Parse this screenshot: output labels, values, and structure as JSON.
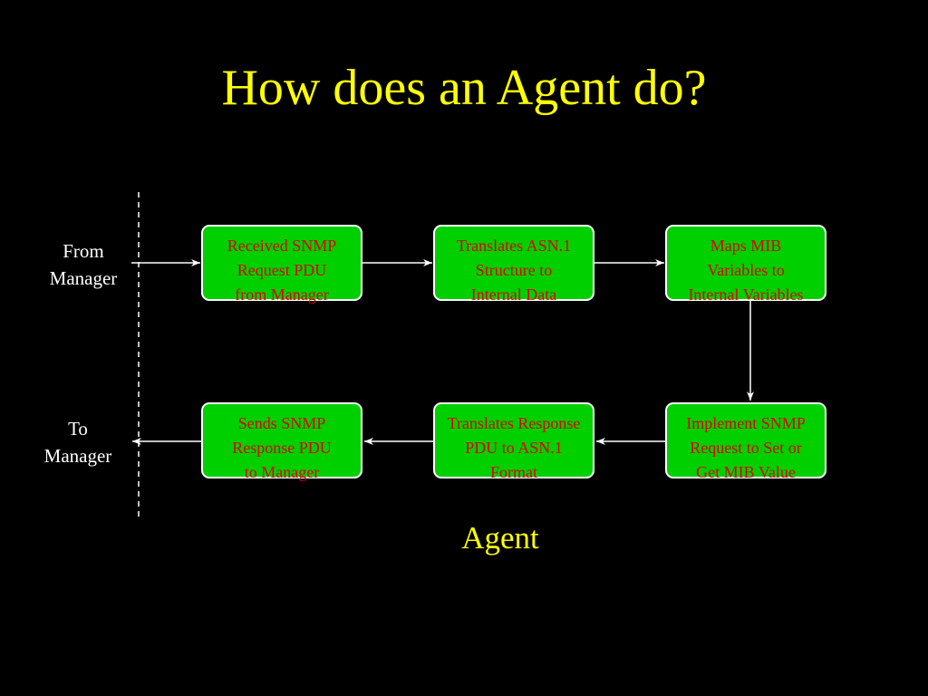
{
  "title": "How does an Agent do?",
  "labels": {
    "from_manager": "From\nManager",
    "to_manager": "To\nManager",
    "agent": "Agent"
  },
  "boxes": {
    "received_request": "Received SNMP\nRequest PDU\nfrom Manager",
    "translates_asn1": "Translates ASN.1\nStructure to\nInternal Data",
    "maps_mib": "Maps MIB\nVariables to\nInternal Variables",
    "implement_request": "Implement SNMP\nRequest to Set or\nGet MIB Value",
    "translates_response": "Translates Response\nPDU to ASN.1\nFormat",
    "sends_response": "Sends SNMP\nResponse PDU\nto Manager"
  },
  "colors": {
    "background": "#000000",
    "title": "#ffff00",
    "box_fill": "#00d000",
    "box_text": "#e00000",
    "border_and_arrows": "#ffffff"
  }
}
